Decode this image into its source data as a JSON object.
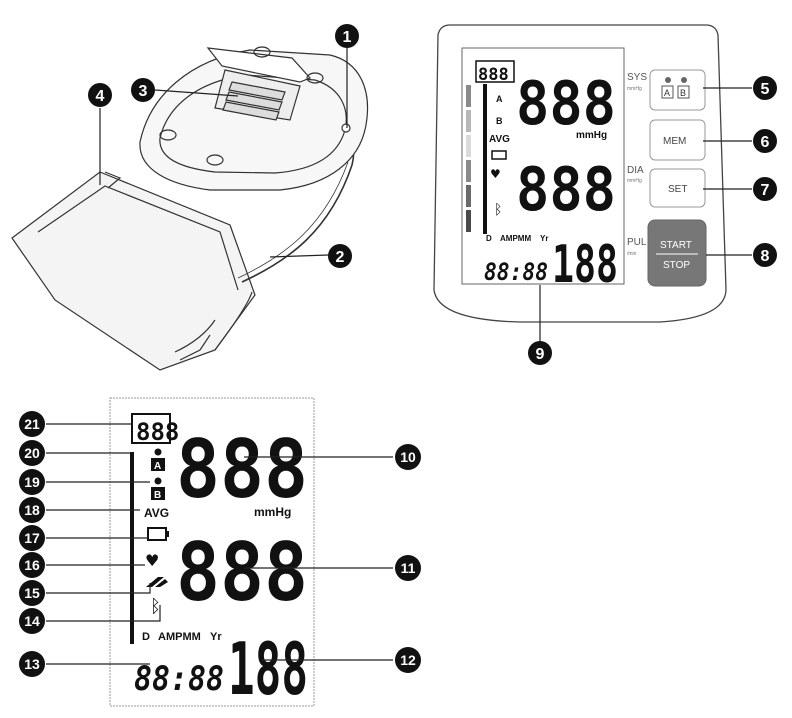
{
  "device": {
    "sys_label": "SYS",
    "sys_unit": "mmHg",
    "dia_label": "DIA",
    "dia_unit": "mmHg",
    "pul_label": "PUL",
    "pul_unit": "/min",
    "user_btn_a": "A",
    "user_btn_b": "B",
    "mem_label": "MEM",
    "set_label": "SET",
    "start_label": "START",
    "stop_label": "STOP"
  },
  "display": {
    "memory_digits": "888",
    "sys_digits": "888",
    "dia_digits": "888",
    "pulse_digits": "188",
    "time_digits": "88:88",
    "unit_mmhg": "mmHg",
    "avg": "AVG",
    "user_a": "A",
    "user_b": "B",
    "date_row": [
      "D",
      "AMPMM",
      "Yr"
    ]
  },
  "callouts": [
    "1",
    "2",
    "3",
    "4",
    "5",
    "6",
    "7",
    "8",
    "9",
    "10",
    "11",
    "12",
    "13",
    "14",
    "15",
    "16",
    "17",
    "18",
    "19",
    "20",
    "21"
  ]
}
